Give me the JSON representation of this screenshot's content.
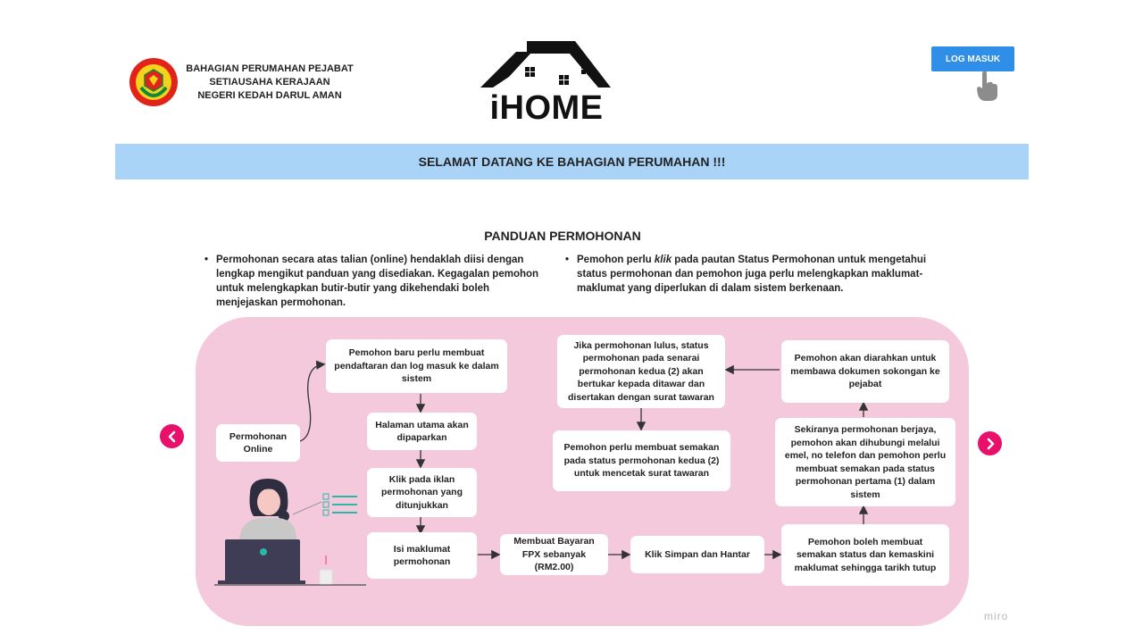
{
  "header": {
    "org_lines": [
      "BAHAGIAN PERUMAHAN PEJABAT",
      "SETIAUSAHA KERAJAAN",
      "NEGERI KEDAH DARUL AMAN"
    ],
    "logo_text": "iHOME",
    "login_label": "LOG MASUK"
  },
  "banner": {
    "text": "SELAMAT DATANG KE BAHAGIAN PERUMAHAN !!!"
  },
  "guide": {
    "title": "PANDUAN PERMOHONAN",
    "bullet": "•",
    "left": "Permohonan secara atas talian (online) hendaklah diisi dengan lengkap mengikut panduan yang disediakan. Kegagalan pemohon untuk melengkapkan butir-butir yang dikehendaki boleh menjejaskan permohonan.",
    "right_before": "Pemohon perlu ",
    "right_em": "klik",
    "right_after": " pada pautan Status Permohonan untuk mengetahui status permohonan dan pemohon juga perlu melengkapkan maklumat-maklumat yang diperlukan di dalam sistem berkenaan."
  },
  "flow": {
    "online": "Permohonan Online",
    "register": "Pemohon baru perlu membuat pendaftaran dan log masuk ke dalam sistem",
    "homepage": "Halaman utama akan dipaparkan",
    "click_ad": "Klik pada iklan permohonan yang ditunjukkan",
    "fill_info": "Isi maklumat permohonan",
    "payment": "Membuat Bayaran FPX sebanyak (RM2.00)",
    "save_submit": "Klik Simpan dan Hantar",
    "check_status": "Pemohon boleh membuat semakan status dan kemaskini maklumat sehingga tarikh tutup",
    "if_success": "Sekiranya permohonan berjaya, pemohon akan dihubungi melalui emel, no telefon dan pemohon perlu membuat semakan pada status permohonan pertama (1) dalam sistem",
    "bring_docs": "Pemohon akan diarahkan untuk membawa dokumen sokongan ke pejabat",
    "if_approved": "Jika permohonan lulus, status permohonan pada senarai permohonan kedua (2) akan bertukar kepada ditawar dan disertakan dengan surat tawaran",
    "print_offer": "Pemohon perlu membuat semakan pada status permohonan kedua (2) untuk mencetak surat tawaran"
  },
  "footer": {
    "watermark": "miro"
  },
  "colors": {
    "banner": "#aad4f7",
    "panel": "#f3c9db",
    "login": "#2e8ee8",
    "nav": "#e8106a",
    "accent_teal": "#2bb7a8"
  },
  "icons": [
    "crest-icon",
    "house-roof-icon",
    "pointer-hand-icon",
    "chevron-left-icon",
    "chevron-right-icon",
    "person-laptop-illustration"
  ]
}
